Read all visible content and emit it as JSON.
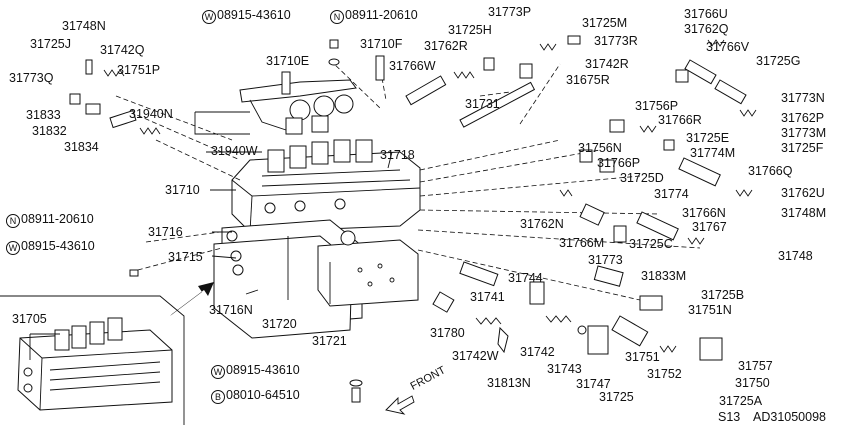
{
  "labels": {
    "p31748N": "31748N",
    "p31725J": "31725J",
    "p31742Q": "31742Q",
    "p31751P": "31751P",
    "p31773Q": "31773Q",
    "p31833": "31833",
    "p31832": "31832",
    "p31834": "31834",
    "p31940N": "31940N",
    "p31940W": "31940W",
    "p31710": "31710",
    "p31716": "31716",
    "p31715": "31715",
    "p31716N": "31716N",
    "p31720": "31720",
    "p31721": "31721",
    "p31705": "31705",
    "p31710E": "31710E",
    "p31710F": "31710F",
    "p31766W": "31766W",
    "p31725H": "31725H",
    "p31762R": "31762R",
    "p31773P": "31773P",
    "p31725M": "31725M",
    "p31773R": "31773R",
    "p31742R": "31742R",
    "p31675R": "31675R",
    "p31731": "31731",
    "p31718": "31718",
    "p31766U": "31766U",
    "p31762Q": "31762Q",
    "p31766V": "31766V",
    "p31725G": "31725G",
    "p31773N": "31773N",
    "p31762P": "31762P",
    "p31773M": "31773M",
    "p31725F": "31725F",
    "p31756P": "31756P",
    "p31766R": "31766R",
    "p31725E": "31725E",
    "p31774M": "31774M",
    "p31756N": "31756N",
    "p31766P": "31766P",
    "p31725D": "31725D",
    "p31766Q": "31766Q",
    "p31774": "31774",
    "p31762U": "31762U",
    "p31748M": "31748M",
    "p31762N": "31762N",
    "p31766N": "31766N",
    "p31767": "31767",
    "p31766M": "31766M",
    "p31725C": "31725C",
    "p31773": "31773",
    "p31748": "31748",
    "p31833M": "31833M",
    "p31744": "31744",
    "p31741": "31741",
    "p31725B": "31725B",
    "p31751N": "31751N",
    "p31780": "31780",
    "p31742W": "31742W",
    "p31742": "31742",
    "p31743": "31743",
    "p31747": "31747",
    "p31725": "31725",
    "p31813N": "31813N",
    "p31751": "31751",
    "p31752": "31752",
    "p31757": "31757",
    "p31750": "31750",
    "p31725A": "31725A"
  },
  "fasteners": [
    {
      "prefix": "W",
      "number": "08915-43610"
    },
    {
      "prefix": "N",
      "number": "08911-20610"
    },
    {
      "prefix": "N",
      "number": "08911-20610"
    },
    {
      "prefix": "W",
      "number": "08915-43610"
    },
    {
      "prefix": "W",
      "number": "08915-43610"
    },
    {
      "prefix": "B",
      "number": "08010-64510"
    }
  ],
  "front_label": "FRONT",
  "footer": {
    "code": "S13",
    "ref": "AD31050098"
  }
}
